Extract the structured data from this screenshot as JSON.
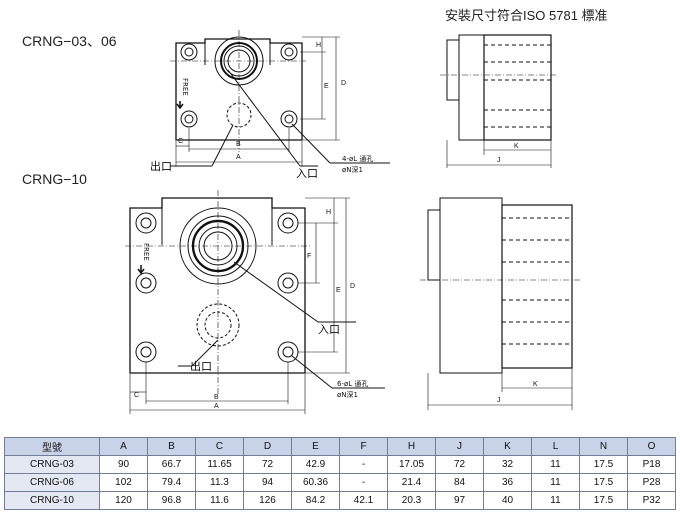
{
  "header": {
    "iso_note": "安裝尺寸符合ISO 5781 標准",
    "model_top": "CRNG−03、06",
    "model_bottom": "CRNG−10"
  },
  "top_drawing": {
    "free_label": "FREE",
    "outlet": "出口",
    "inlet": "入口",
    "hole_note_1": "4-øL 通孔",
    "hole_note_2": "øN深1",
    "dims": {
      "A": "A",
      "B": "B",
      "C": "C",
      "D": "D",
      "E": "E",
      "H": "H",
      "J": "J",
      "K": "K"
    }
  },
  "bottom_drawing": {
    "free_label": "FREE",
    "outlet": "出口",
    "inlet": "入口",
    "hole_note_1": "6-øL 通孔",
    "hole_note_2": "øN深1",
    "dims": {
      "A": "A",
      "B": "B",
      "C": "C",
      "D": "D",
      "E": "E",
      "F": "F",
      "H": "H",
      "J": "J",
      "K": "K"
    }
  },
  "table": {
    "headers": [
      "型號",
      "A",
      "B",
      "C",
      "D",
      "E",
      "F",
      "H",
      "J",
      "K",
      "L",
      "N",
      "O"
    ],
    "rows": [
      [
        "CRNG-03",
        "90",
        "66.7",
        "11.65",
        "72",
        "42.9",
        "-",
        "17.05",
        "72",
        "32",
        "11",
        "17.5",
        "P18"
      ],
      [
        "CRNG-06",
        "102",
        "79.4",
        "11.3",
        "94",
        "60.36",
        "-",
        "21.4",
        "84",
        "36",
        "11",
        "17.5",
        "P28"
      ],
      [
        "CRNG-10",
        "120",
        "96.8",
        "11.6",
        "126",
        "84.2",
        "42.1",
        "20.3",
        "97",
        "40",
        "11",
        "17.5",
        "P32"
      ]
    ]
  }
}
